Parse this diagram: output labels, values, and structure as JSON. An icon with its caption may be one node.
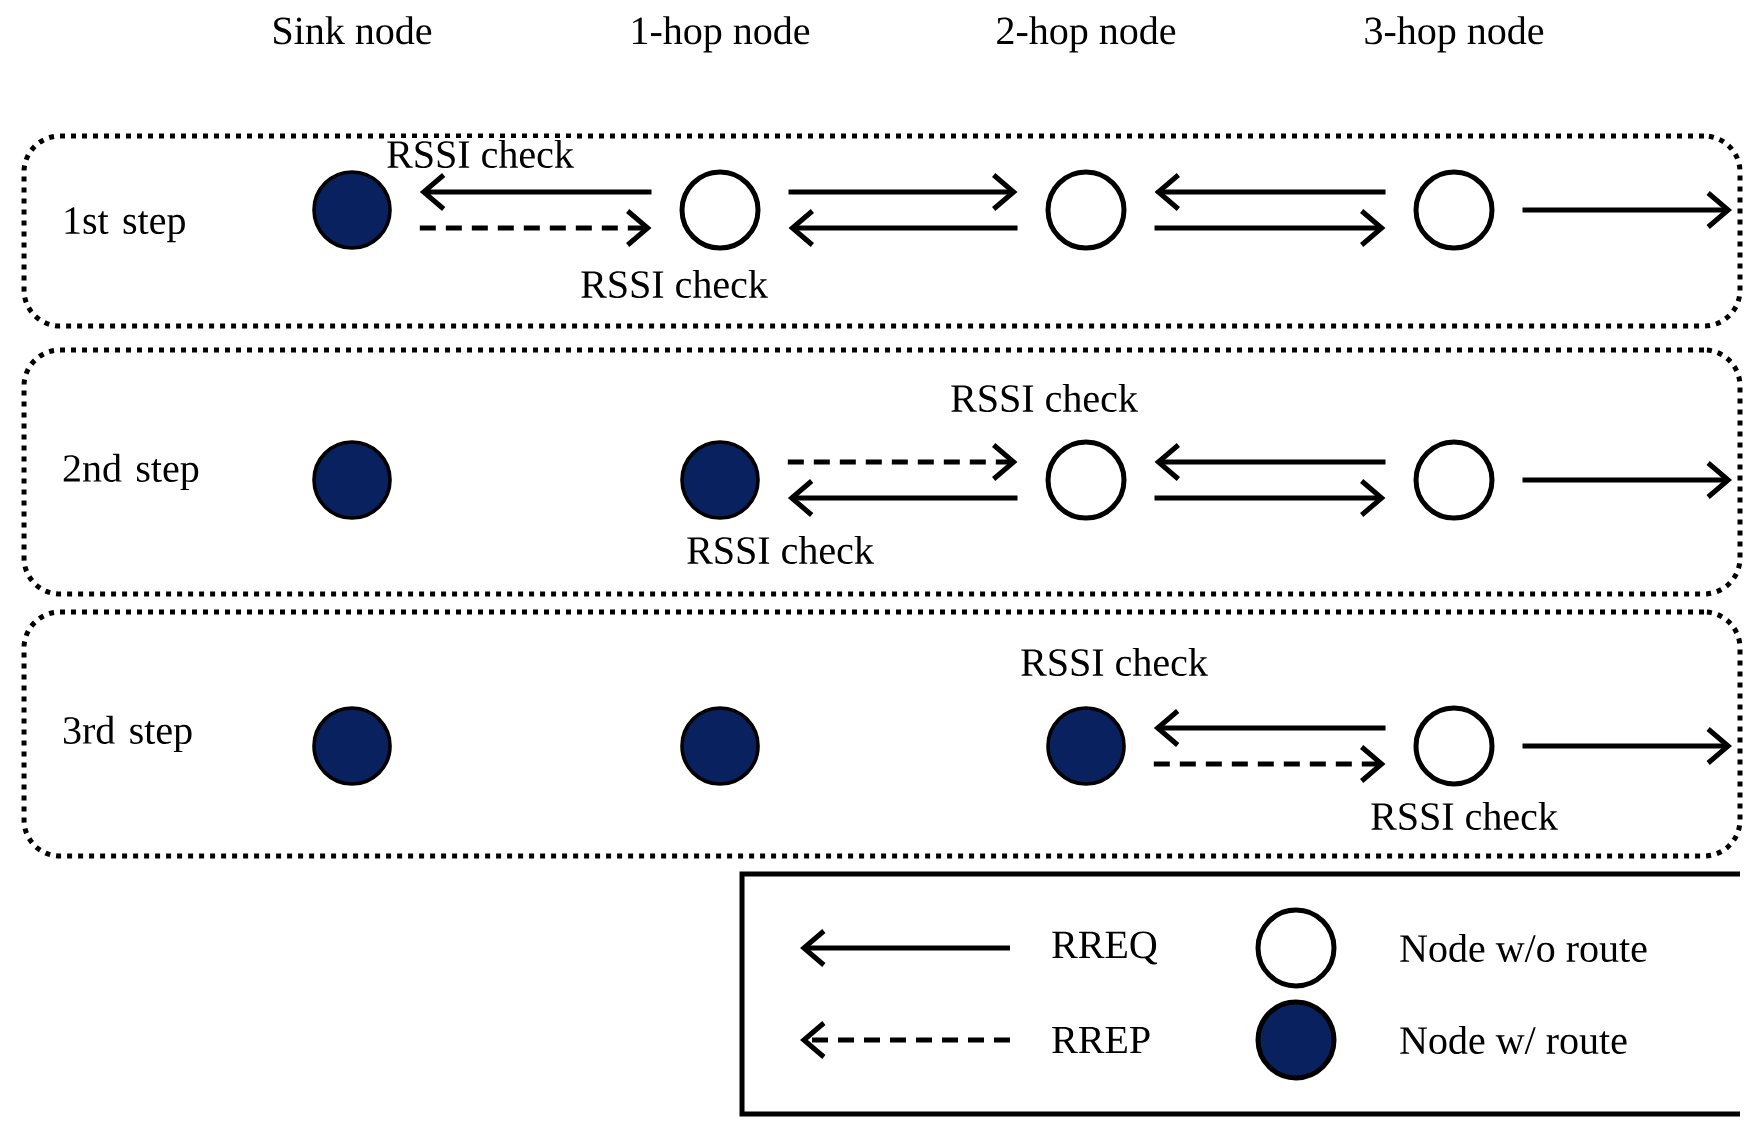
{
  "diagram": {
    "nodes": [
      {
        "text": [
          "1st step"
        ]
      },
      {
        "text": [],
        "shape": "circle",
        "in": 0
      },
      {
        "text": [],
        "shape": "circle",
        "in": 0
      },
      {
        "text": [],
        "shape": "circle",
        "in": 0
      },
      {
        "text": [],
        "shape": "circle",
        "in": 0
      },
      {
        "text": [
          "2nd step"
        ]
      },
      {
        "text": [],
        "shape": "circle",
        "in": 5
      },
      {
        "text": [],
        "shape": "circle",
        "in": 5
      },
      {
        "text": [],
        "shape": "circle",
        "in": 5
      },
      {
        "text": [],
        "shape": "circle",
        "in": 5
      },
      {
        "text": [
          "3rd step"
        ]
      },
      {
        "text": [],
        "shape": "circle",
        "in": 10
      },
      {
        "text": [],
        "shape": "circle",
        "in": 10
      },
      {
        "text": [],
        "shape": "circle",
        "in": 10
      },
      {
        "text": [],
        "shape": "circle",
        "in": 10
      }
    ],
    "edges": [
      {
        "from": 2,
        "to": 1,
        "arrow": "to",
        "label": "RSSI check"
      },
      {
        "from": 1,
        "to": 2,
        "arrow": "to",
        "style": "dashed",
        "label": "RSSI check"
      },
      {
        "from": 2,
        "to": 3,
        "arrow": "to"
      },
      {
        "from": 3,
        "to": 2,
        "arrow": "to"
      },
      {
        "from": 4,
        "to": 3,
        "arrow": "to"
      },
      {
        "from": 3,
        "to": 4,
        "arrow": "to"
      },
      {
        "from": 4,
        "to": null,
        "arrow": "to"
      },
      {
        "from": 7,
        "to": 8,
        "arrow": "to",
        "style": "dashed",
        "label": "RSSI check"
      },
      {
        "from": 8,
        "to": 7,
        "arrow": "to",
        "label": "RSSI check"
      },
      {
        "from": 9,
        "to": 8,
        "arrow": "to"
      },
      {
        "from": 8,
        "to": 9,
        "arrow": "to"
      },
      {
        "from": 9,
        "to": null,
        "arrow": "to"
      },
      {
        "from": 14,
        "to": 13,
        "arrow": "to",
        "label": "RSSI check"
      },
      {
        "from": 13,
        "to": 14,
        "arrow": "to",
        "style": "dashed",
        "label": "RSSI check"
      },
      {
        "from": 14,
        "to": null,
        "arrow": "to"
      }
    ],
    "labels": [
      "Sink node",
      "1-hop node",
      "2-hop node",
      "3-hop node"
    ],
    "legend": [
      {
        "text": "RREQ"
      },
      {
        "text": "RREP"
      },
      {
        "text": "Node w/o route"
      },
      {
        "text": "Node w/ route",
        "color": "#0a2160"
      }
    ]
  }
}
